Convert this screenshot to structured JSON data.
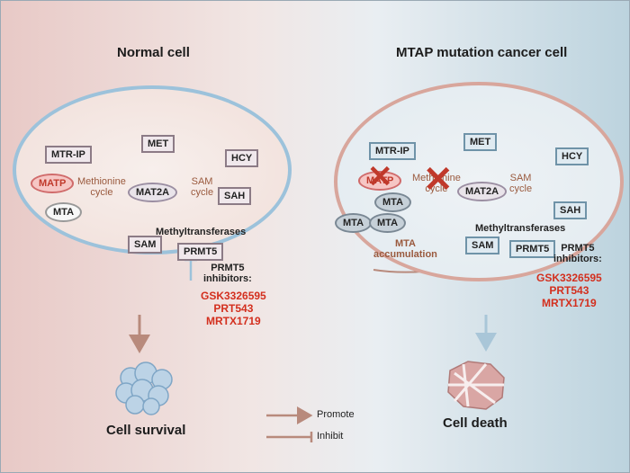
{
  "left": {
    "title": "Normal cell",
    "nodes": {
      "mtrip": "MTR-IP",
      "met": "MET",
      "hcy": "HCY",
      "matp": "MATP",
      "mat2a": "MAT2A",
      "mta": "MTA",
      "sah": "SAH",
      "sam": "SAM",
      "prmt5": "PRMT5"
    },
    "methionine_cycle": [
      "Methionine",
      "cycle"
    ],
    "sam_cycle": [
      "SAM",
      "cycle"
    ],
    "methyltransferases": "Methyltransferases",
    "inhibitors_label": [
      "PRMT5",
      "inhibitors:"
    ],
    "drugs": [
      "GSK3326595",
      "PRT543",
      "MRTX1719"
    ],
    "outcome": "Cell survival"
  },
  "right": {
    "title": "MTAP mutation cancer cell",
    "nodes": {
      "mtrip": "MTR-IP",
      "met": "MET",
      "hcy": "HCY",
      "matp": "MATP",
      "mat2a": "MAT2A",
      "mta1": "MTA",
      "mta2": "MTA",
      "mta3": "MTA",
      "sah": "SAH",
      "sam": "SAM",
      "prmt5": "PRMT5"
    },
    "methionine_cycle": [
      "Methionine",
      "cycle"
    ],
    "sam_cycle": [
      "SAM",
      "cycle"
    ],
    "methyltransferases": "Methyltransferases",
    "mta_accumulation": [
      "MTA",
      "accumulation"
    ],
    "inhibitors_label": [
      "PRMT5",
      "inhibitors:"
    ],
    "drugs": [
      "GSK3326595",
      "PRT543",
      "MRTX1719"
    ],
    "outcome": "Cell death"
  },
  "legend": {
    "promote": "Promote",
    "inhibit": "Inhibit"
  },
  "colors": {
    "arrow_brown": "#b88a7c",
    "arrow_blue": "#a9c6d8",
    "drug_red": "#d32f1e"
  }
}
